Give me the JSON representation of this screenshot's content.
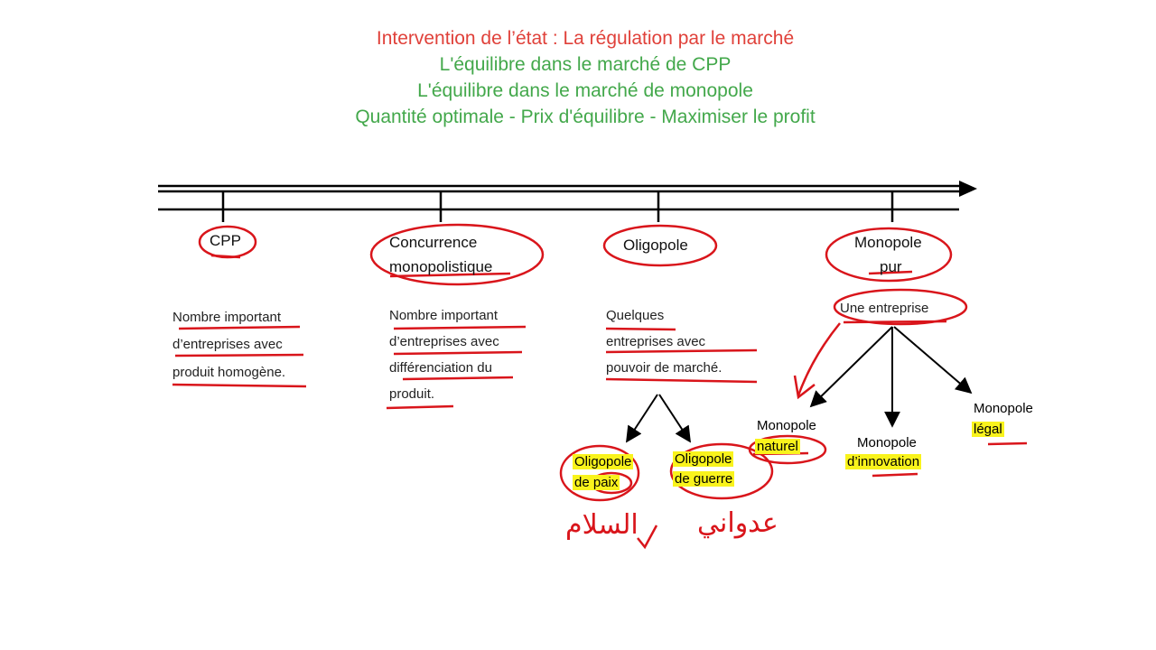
{
  "titles": [
    {
      "text": "Intervention de l’état : La régulation par le marché",
      "color": "#e0413a"
    },
    {
      "text": "L'équilibre dans le marché de CPP",
      "color": "#43a84b"
    },
    {
      "text": "L'équilibre dans le marché de monopole",
      "color": "#43a84b"
    },
    {
      "text": "Quantité optimale - Prix d'équilibre - Maximiser le profit",
      "color": "#43a84b"
    }
  ],
  "markets": [
    {
      "name": "CPP",
      "lines": [
        "Nombre important",
        "d’entreprises avec",
        "produit homogène."
      ]
    },
    {
      "name_lines": [
        "Concurrence",
        "monopolistique"
      ],
      "lines": [
        "Nombre important",
        "d’entreprises avec",
        "différenciation  du",
        "produit."
      ]
    },
    {
      "name": "Oligopole",
      "lines": [
        "Quelques",
        "entreprises avec",
        "pouvoir de marché."
      ]
    },
    {
      "name_lines": [
        "Monopole",
        "pur"
      ],
      "lines": [
        "Une entreprise"
      ]
    }
  ],
  "oligopole_types": [
    {
      "lines": [
        "Oligopole",
        "de paix"
      ]
    },
    {
      "lines": [
        "Oligopole",
        "de guerre"
      ]
    }
  ],
  "monopole_types": [
    {
      "line1": "Monopole",
      "line2": "naturel"
    },
    {
      "line1": "Monopole",
      "line2": "d’innovation"
    },
    {
      "line1": "Monopole",
      "line2": "légal"
    }
  ],
  "annotations": {
    "arabic_paix": "السلام",
    "arabic_guerre": "عدواني"
  },
  "colors": {
    "ink_red": "#d9151b",
    "highlight": "#f9f31c",
    "axis": "#000000"
  }
}
